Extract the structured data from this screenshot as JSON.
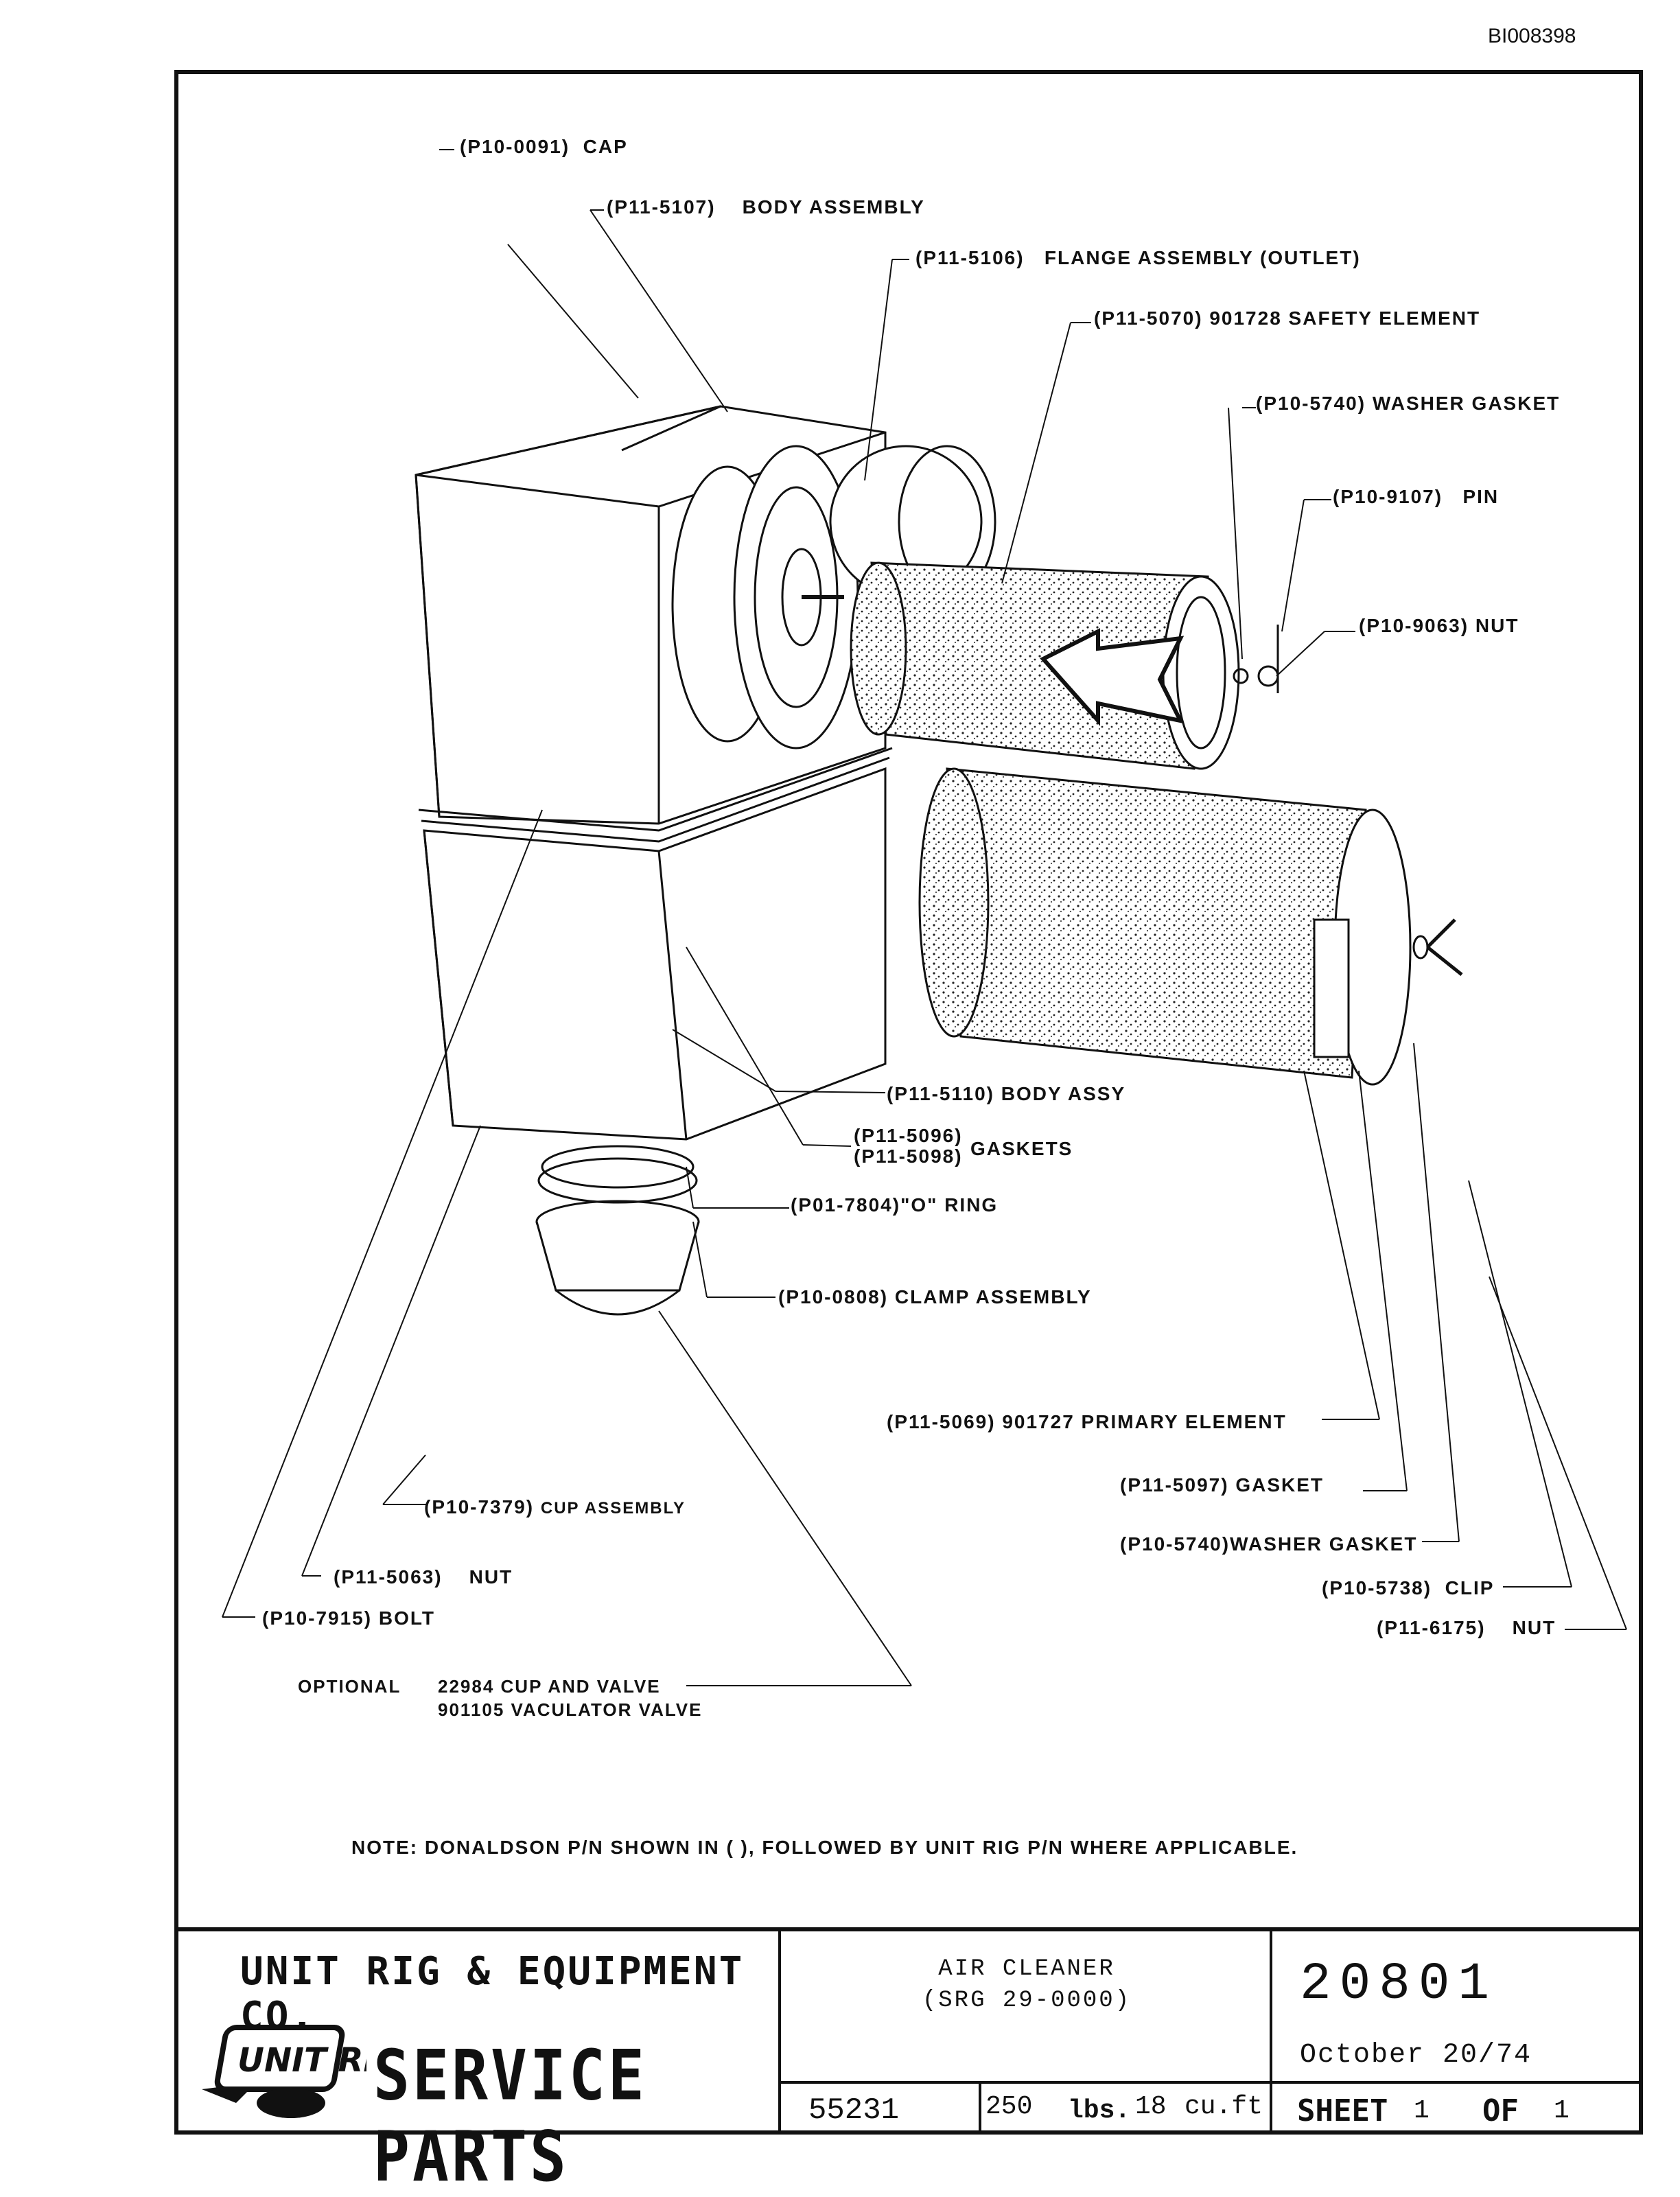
{
  "document_id": "BI008398",
  "callouts": [
    {
      "key": "cap",
      "part": "(P10-0091)",
      "desc": "CAP"
    },
    {
      "key": "body_assembly",
      "part": "(P11-5107)",
      "desc": "BODY ASSEMBLY"
    },
    {
      "key": "flange_assembly",
      "part": "(P11-5106)",
      "desc": "FLANGE ASSEMBLY (OUTLET)"
    },
    {
      "key": "safety_element",
      "part": "(P11-5070)",
      "desc": "901728 SAFETY ELEMENT"
    },
    {
      "key": "washer_gasket_top",
      "part": "(P10-5740)",
      "desc": "WASHER GASKET"
    },
    {
      "key": "pin",
      "part": "(P10-9107)",
      "desc": "PIN"
    },
    {
      "key": "nut_top",
      "part": "(P10-9063)",
      "desc": "NUT"
    },
    {
      "key": "body_assy",
      "part": "(P11-5110)",
      "desc": "BODY ASSY"
    },
    {
      "key": "gaskets",
      "part": "(P11-5096)",
      "part2": "(P11-5098)",
      "desc": "GASKETS"
    },
    {
      "key": "o_ring",
      "part": "(P01-7804)",
      "desc": "\"O\" RING"
    },
    {
      "key": "clamp_assembly",
      "part": "(P10-0808)",
      "desc": "CLAMP ASSEMBLY"
    },
    {
      "key": "primary_element",
      "part": "(P11-5069)",
      "desc": "901727 PRIMARY ELEMENT"
    },
    {
      "key": "gasket",
      "part": "(P11-5097)",
      "desc": "GASKET"
    },
    {
      "key": "washer_gasket_bottom",
      "part": "(P10-5740)",
      "desc": "WASHER GASKET"
    },
    {
      "key": "clip",
      "part": "(P10-5738)",
      "desc": "CLIP"
    },
    {
      "key": "nut_bottom",
      "part": "(P11-6175)",
      "desc": "NUT"
    },
    {
      "key": "cup_assembly",
      "part": "(P10-7379)",
      "desc": "CUP ASSEMBLY"
    },
    {
      "key": "nut_left",
      "part": "(P11-5063)",
      "desc": "NUT"
    },
    {
      "key": "bolt",
      "part": "(P10-7915)",
      "desc": "BOLT"
    }
  ],
  "optional": {
    "label": "OPTIONAL",
    "line1": "22984 CUP AND VALVE",
    "line2": "901105 VACULATOR VALVE"
  },
  "note": "NOTE: DONALDSON P/N SHOWN IN ( ), FOLLOWED BY UNIT RIG P/N WHERE APPLICABLE.",
  "title_block": {
    "company": "UNIT RIG & EQUIPMENT CO.",
    "logo_text": "UNIT RIG",
    "service": "SERVICE PARTS",
    "title_line1": "AIR CLEANER",
    "title_line2": "(SRG 29-0000)",
    "drawing_number": "20801",
    "date": "October 20/74",
    "ref_number": "55231",
    "weight_value": "250",
    "weight_unit": "lbs.",
    "volume_value": "18",
    "volume_unit": "cu.ft",
    "sheet_label": "SHEET",
    "sheet_num": "1",
    "of_label": "OF",
    "sheet_total": "1"
  }
}
